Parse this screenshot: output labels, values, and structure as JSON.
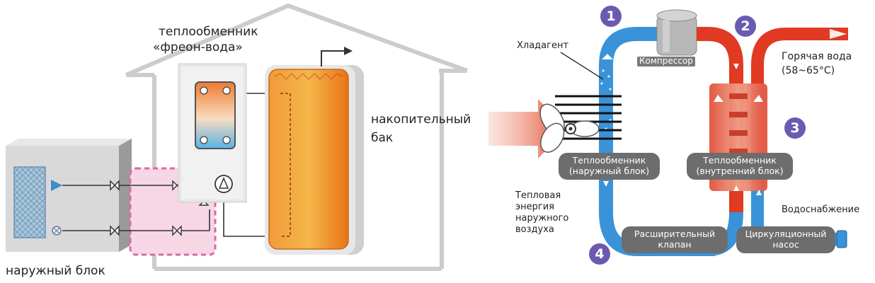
{
  "left": {
    "heat_exchanger_title": [
      "теплообменник",
      "«фреон-вода»"
    ],
    "storage_tank": [
      "накопительный",
      "бак"
    ],
    "outdoor_unit": "наружный блок"
  },
  "right": {
    "refrigerant": "Хладагент",
    "compressor": "Компрессор",
    "hot_water": [
      "Горячая вода",
      "(58~65°C)"
    ],
    "outdoor_exchanger": [
      "Теплообменник",
      "(наружный блок)"
    ],
    "indoor_exchanger": [
      "Теплообменник",
      "(внутренний блок)"
    ],
    "thermal_energy": [
      "Тепловая",
      "энергия",
      "наружного",
      "воздуха"
    ],
    "water_supply": "Водоснабжение",
    "expansion_valve": [
      "Расширительный",
      "клапан"
    ],
    "circulation_pump": [
      "Циркуляционный",
      "насос"
    ],
    "steps": [
      "1",
      "2",
      "3",
      "4"
    ]
  },
  "colors": {
    "hot": "#e03a22",
    "cold": "#3a93d8",
    "step_badge": "#6a5bb0",
    "pill": "#6d6d6d",
    "tank_fill": "#f07a1a",
    "house_line": "#c9c9c9"
  }
}
